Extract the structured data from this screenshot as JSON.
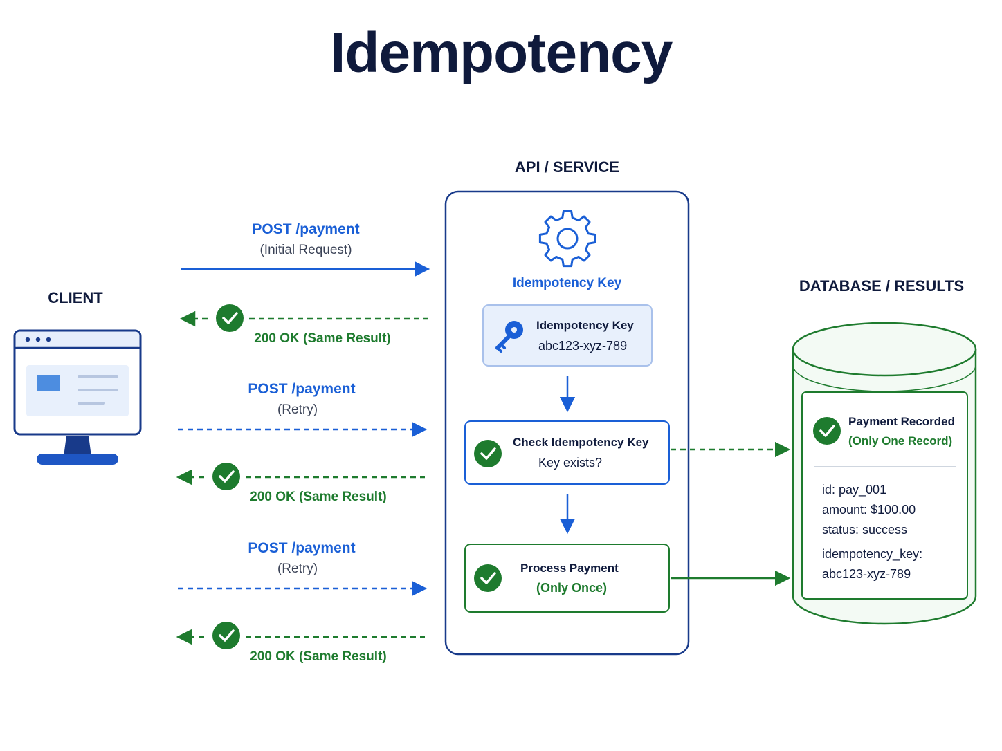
{
  "title": "Idempotency",
  "client": {
    "label": "CLIENT"
  },
  "service": {
    "label": "API / SERVICE",
    "gear_caption": "Idempotency Key",
    "key_box": {
      "title": "Idempotency Key",
      "value": "abc123-xyz-789",
      "icon": "key-icon"
    },
    "check_box": {
      "title": "Check Idempotency Key",
      "subtitle": "Key exists?"
    },
    "process_box": {
      "title": "Process Payment",
      "subtitle": "(Only Once)"
    }
  },
  "database": {
    "label": "DATABASE / RESULTS",
    "record_title": "Payment Recorded",
    "record_subtitle": "(Only One Record)",
    "fields": {
      "id": "id: pay_001",
      "amount": "amount: $100.00",
      "status": "status: success",
      "key_label": "idempotency_key:",
      "key_value": "abc123-xyz-789"
    }
  },
  "requests": [
    {
      "post": "POST  /payment",
      "note": "(Initial Request)",
      "response": "200 OK (Same Result)"
    },
    {
      "post": "POST /payment",
      "note": "(Retry)",
      "response": "200 OK (Same Result)"
    },
    {
      "post": "POST /payment",
      "note": "(Retry)",
      "response": "200 OK (Same Result)"
    }
  ],
  "colors": {
    "navy": "#0f1a3c",
    "blue": "#1a5fd6",
    "green": "#1e7b2e",
    "light_blue": "#e8f0fc"
  }
}
